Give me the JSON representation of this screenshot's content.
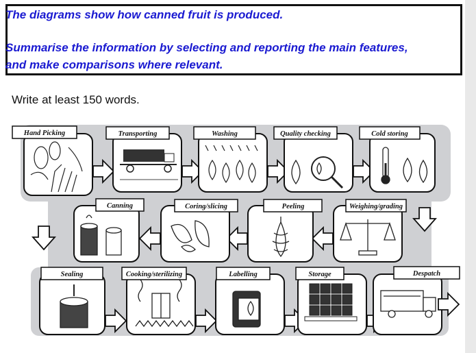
{
  "task": {
    "line1": "The diagrams show how canned fruit is produced.",
    "line2": "Summarise the information by selecting and reporting the main features,",
    "line3": "and make comparisons where relevant."
  },
  "instruction": "Write at least 150 words.",
  "steps": [
    {
      "label": "Hand Picking",
      "icon": "hand-picking-icon"
    },
    {
      "label": "Transporting",
      "icon": "truck-icon"
    },
    {
      "label": "Washing",
      "icon": "washing-icon"
    },
    {
      "label": "Quality checking",
      "icon": "magnifier-icon"
    },
    {
      "label": "Cold storing",
      "icon": "thermometer-icon"
    },
    {
      "label": "Weighing/grading",
      "icon": "scales-icon"
    },
    {
      "label": "Peeling",
      "icon": "peeling-icon"
    },
    {
      "label": "Coring/slicing",
      "icon": "sliced-fruit-icon"
    },
    {
      "label": "Canning",
      "icon": "canning-icon"
    },
    {
      "label": "Sealing",
      "icon": "sealed-can-icon"
    },
    {
      "label": "Cooking/sterilizing",
      "icon": "steam-icon"
    },
    {
      "label": "Labelling",
      "icon": "labelled-can-icon"
    },
    {
      "label": "Storage",
      "icon": "stacked-cans-icon"
    },
    {
      "label": "Despatch",
      "icon": "delivery-truck-icon"
    }
  ]
}
